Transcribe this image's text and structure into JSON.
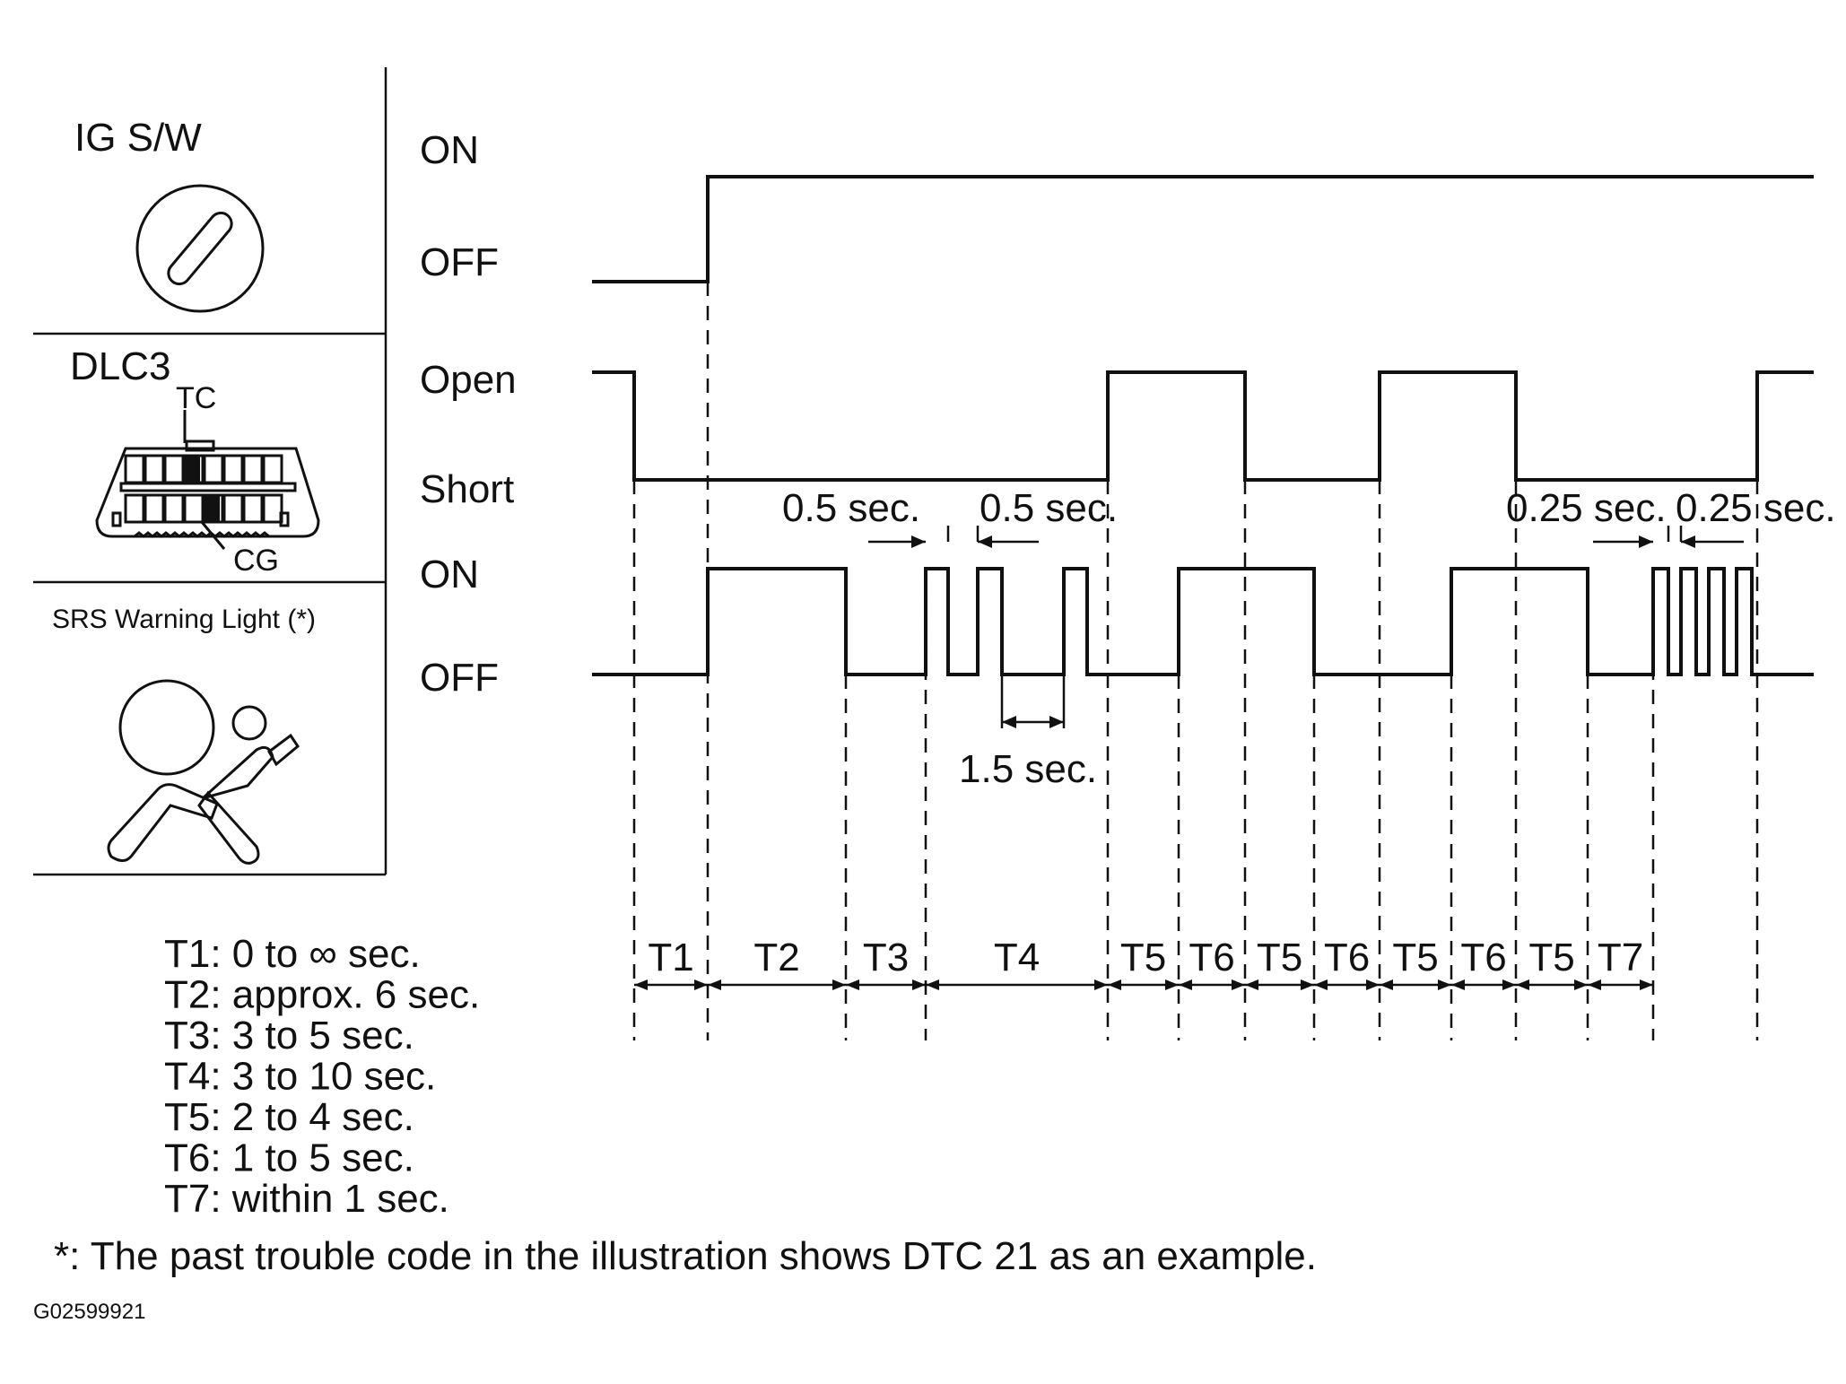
{
  "left_panel": {
    "ig_sw_label": "IG S/W",
    "dlc3_label": "DLC3",
    "tc_label": "TC",
    "cg_label": "CG",
    "srs_label": "SRS Warning Light (*)"
  },
  "signals": {
    "ig_on": "ON",
    "ig_off": "OFF",
    "dlc_open": "Open",
    "dlc_short": "Short",
    "srs_on": "ON",
    "srs_off": "OFF"
  },
  "annotations": {
    "half_sec_1": "0.5 sec.",
    "half_sec_2": "0.5 sec.",
    "one_half_sec": "1.5 sec.",
    "quarter_sec_1": "0.25 sec.",
    "quarter_sec_2": "0.25 sec."
  },
  "intervals": [
    "T1",
    "T2",
    "T3",
    "T4",
    "T5",
    "T6",
    "T5",
    "T6",
    "T5",
    "T6",
    "T5",
    "T7"
  ],
  "legend": [
    "T1: 0 to ∞ sec.",
    "T2: approx. 6 sec.",
    "T3: 3 to 5 sec.",
    "T4: 3 to 10 sec.",
    "T5: 2 to 4 sec.",
    "T6: 1 to 5 sec.",
    "T7: within 1 sec."
  ],
  "footnote": "*: The past trouble code in the illustration shows DTC 21 as an example.",
  "figure_id": "G02599921",
  "icons": [
    "ignition-key-icon",
    "dlc3-connector-icon",
    "airbag-occupant-icon"
  ]
}
